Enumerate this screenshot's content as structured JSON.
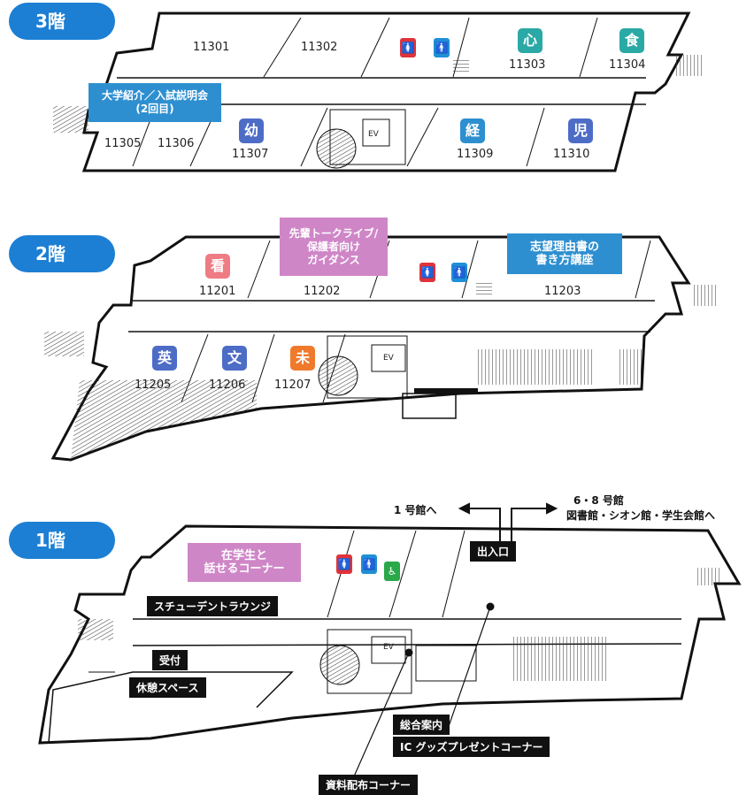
{
  "floors": {
    "f3": {
      "label": "3階"
    },
    "f2": {
      "label": "2階"
    },
    "f1": {
      "label": "1階"
    }
  },
  "rooms": {
    "r11301": "11301",
    "r11302": "11302",
    "r11303": "11303",
    "r11304": "11304",
    "r11305": "11305",
    "r11306": "11306",
    "r11307": "11307",
    "r11309": "11309",
    "r11310": "11310",
    "r11201": "11201",
    "r11202": "11202",
    "r11203": "11203",
    "r11205": "11205",
    "r11206": "11206",
    "r11207": "11207"
  },
  "dept_icons": {
    "shin": {
      "char": "心",
      "color": "#2aa9a6"
    },
    "shoku": {
      "char": "食",
      "color": "#2aa9a6"
    },
    "you": {
      "char": "幼",
      "color": "#4d6cc6"
    },
    "kei": {
      "char": "経",
      "color": "#2e8fd0"
    },
    "ji": {
      "char": "児",
      "color": "#4d6cc6"
    },
    "kan": {
      "char": "看",
      "color": "#ef7b85"
    },
    "ei": {
      "char": "英",
      "color": "#4d6cc6"
    },
    "bun": {
      "char": "文",
      "color": "#4d6cc6"
    },
    "mi": {
      "char": "未",
      "color": "#ef7a2c"
    }
  },
  "restroom": {
    "female": "🚺",
    "male": "🚹",
    "accessible": "♿"
  },
  "notes": {
    "intro": "大学紹介／入試説明会\n(2回目)",
    "senpai": "先輩トークライブ/\n保護者向け\nガイダンス",
    "shibou": "志望理由書の\n書き方講座",
    "zaigaku": "在学生と\n話せるコーナー"
  },
  "labels": {
    "student_lounge": "スチューデントラウンジ",
    "uketsuke": "受付",
    "kyukei": "休憩スペース",
    "deiriguchi": "出入口",
    "to_1gokan": "1 号館へ",
    "to_68gokan_1": "6・8 号館",
    "to_68gokan_2": "図書館・シオン館・学生会館へ",
    "sogo": "総合案内",
    "ic_goods": "IC グッズプレゼントコーナー",
    "shiryou": "資料配布コーナー",
    "ev": "EV"
  },
  "colors": {
    "badge": "#1c7fd4",
    "note_blue": "#2e8fd0",
    "note_pink": "#cf86c7"
  }
}
